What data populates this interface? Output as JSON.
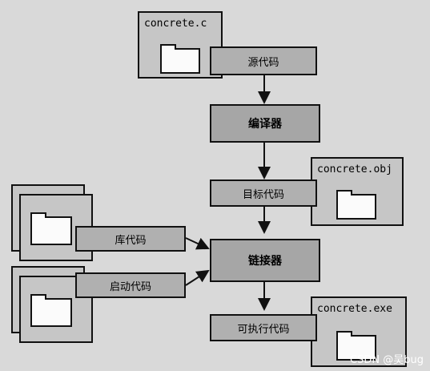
{
  "docs": {
    "source_file": "concrete.c",
    "object_file": "concrete.obj",
    "exe_file": "concrete.exe"
  },
  "labels": {
    "source_code": "源代码",
    "compiler": "编译器",
    "object_code": "目标代码",
    "library_code": "库代码",
    "startup_code": "启动代码",
    "linker": "链接器",
    "executable_code": "可执行代码"
  },
  "watermark": "CSDN @吴bug"
}
